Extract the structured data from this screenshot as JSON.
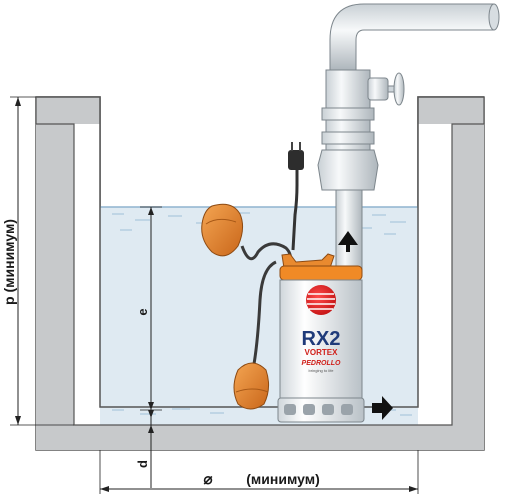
{
  "labels": {
    "p_min": "p (минимум)",
    "e": "e",
    "d": "d",
    "diameter_symbol": "⌀",
    "width_min": "(минимум)"
  },
  "pump": {
    "model": "RX2",
    "subtitle": "VORTEX",
    "brand": "PEDROLLO",
    "tagline": "bringing to life"
  },
  "colors": {
    "wall": "#c7c9cb",
    "wall_edge": "#5a5a5a",
    "water": "#dfeaf2",
    "water_line": "#8fb3cf",
    "pipe": "#eef2f4",
    "pump_body": "#f2f5f7",
    "float": "#e98a2f",
    "cable": "#3a3a3a",
    "arrow": "#111111"
  }
}
